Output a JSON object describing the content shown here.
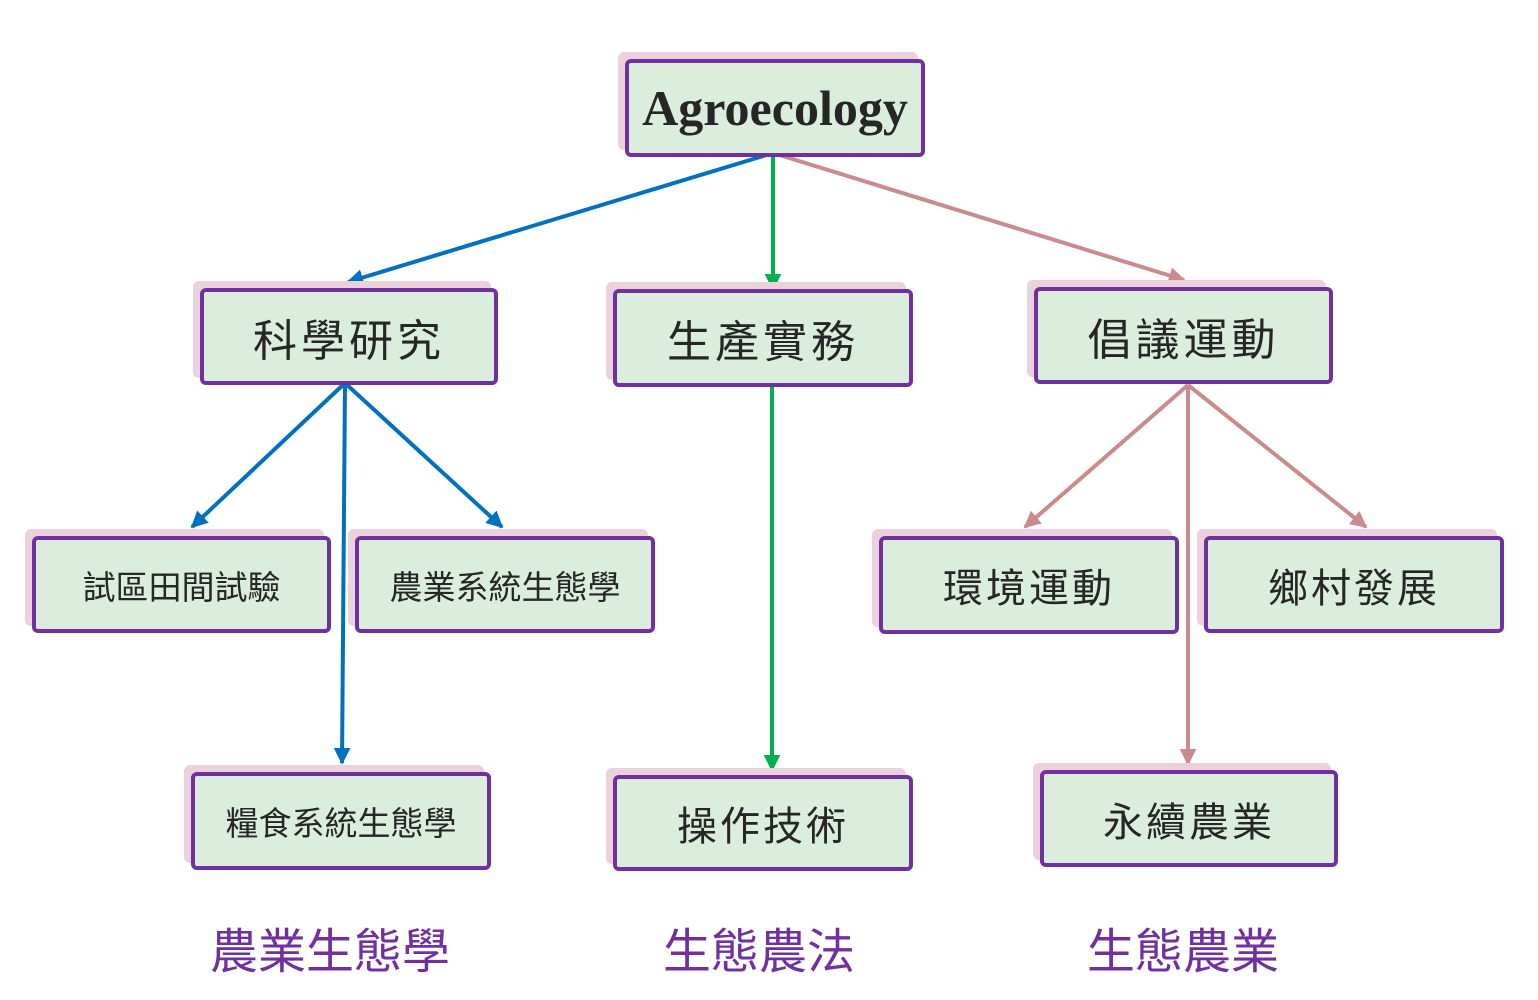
{
  "colors": {
    "blue": "#0070c0",
    "green": "#00b050",
    "rose": "#c98b8b",
    "box_fill": "#dbeedd",
    "box_border": "#7030a0",
    "box_shadow": "#ead1dc",
    "caption": "#7030a0"
  },
  "root": {
    "label": "Agroecology"
  },
  "branches": {
    "science": {
      "label": "科學研究",
      "children": {
        "field_trials": "試區田間試驗",
        "agro_system": "農業系統生態學",
        "food_system": "糧食系統生態學"
      },
      "caption": "農業生態學"
    },
    "practice": {
      "label": "生產實務",
      "children": {
        "techniques": "操作技術"
      },
      "caption": "生態農法"
    },
    "movement": {
      "label": "倡議運動",
      "children": {
        "environment": "環境運動",
        "rural": "鄉村發展",
        "sustainable": "永續農業"
      },
      "caption": "生態農業"
    }
  }
}
